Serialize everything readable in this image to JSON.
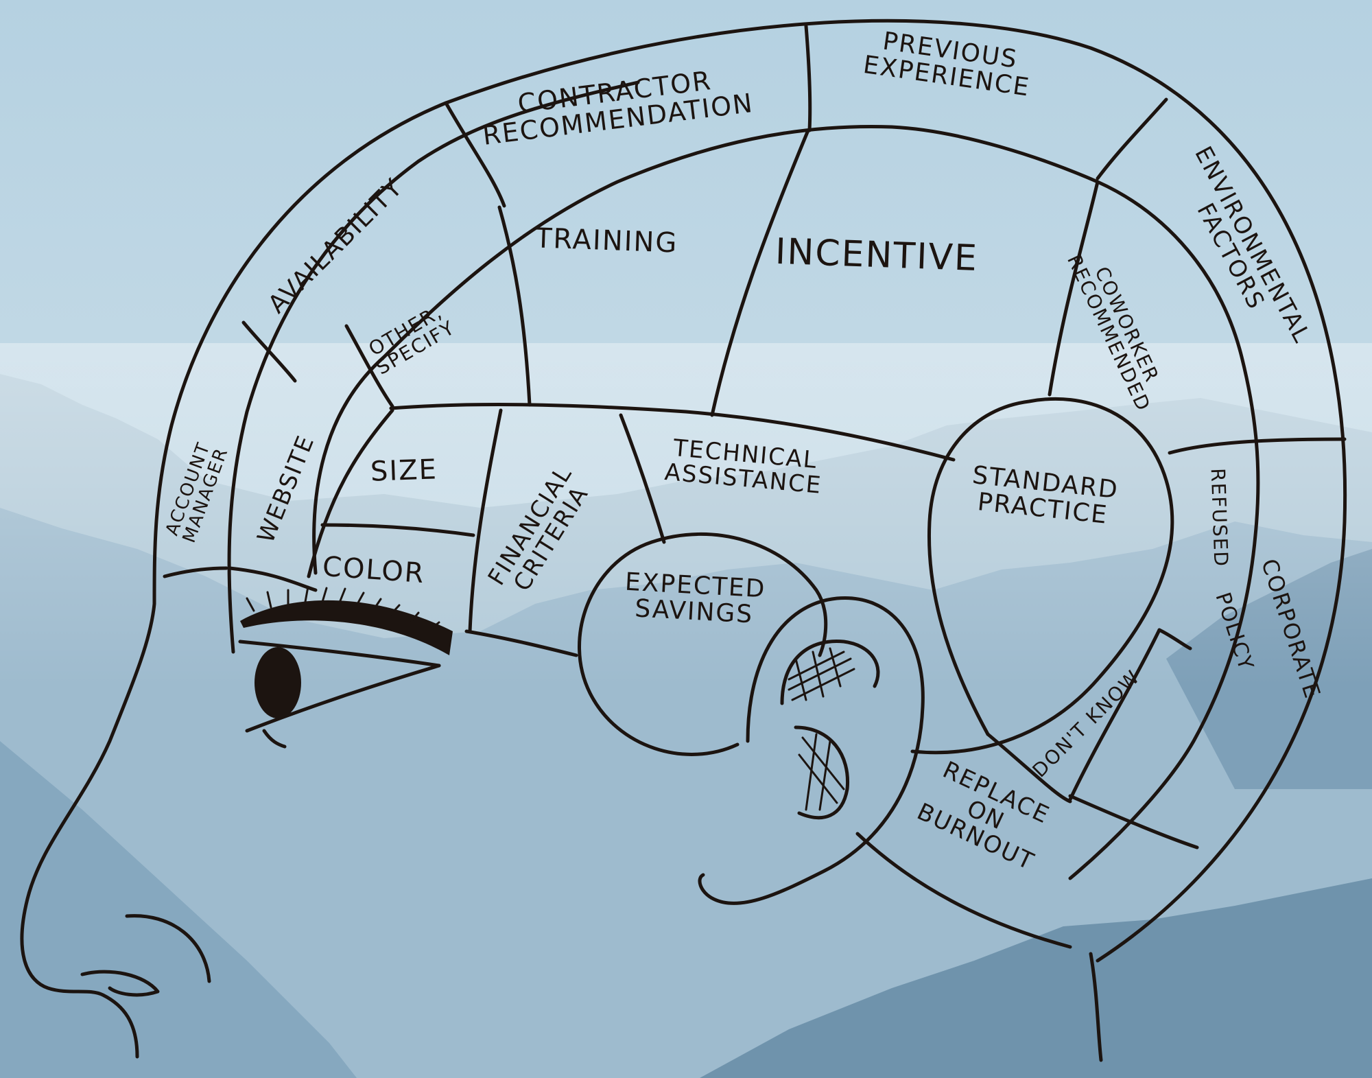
{
  "diagram": {
    "regions": {
      "contractor_recommendation": [
        "Contractor",
        "Recommendation"
      ],
      "previous_experience": [
        "Previous",
        "Experience"
      ],
      "environmental_factors": [
        "Environmental",
        "Factors"
      ],
      "availability": [
        "Availability"
      ],
      "training": [
        "Training"
      ],
      "incentive": [
        "Incentive"
      ],
      "coworker_recommended": [
        "Coworker",
        "Recommended"
      ],
      "other_specify": [
        "Other,",
        "Specify"
      ],
      "account_manager": [
        "Account",
        "Manager"
      ],
      "website": [
        "Website"
      ],
      "size": [
        "Size"
      ],
      "technical_assistance": [
        "Technical",
        "Assistance"
      ],
      "standard_practice": [
        "Standard",
        "Practice"
      ],
      "refused": [
        "Refused"
      ],
      "color": [
        "Color"
      ],
      "financial_criteria": [
        "Financial",
        "Criteria"
      ],
      "expected_savings": [
        "Expected",
        "Savings"
      ],
      "policy": [
        "Policy"
      ],
      "corporate": [
        "Corporate"
      ],
      "dont_know": [
        "Don't Know"
      ],
      "replace_on_burnout": [
        "Replace",
        "on",
        "Burnout"
      ]
    }
  },
  "colors": {
    "sky_top": "#b7d2e1",
    "sky_bottom": "#cfe0ea",
    "mountain_far": "#a9c4d4",
    "mountain_mid": "#8fb0c5",
    "mountain_near": "#6f93ac",
    "ink": "#1c1410"
  }
}
